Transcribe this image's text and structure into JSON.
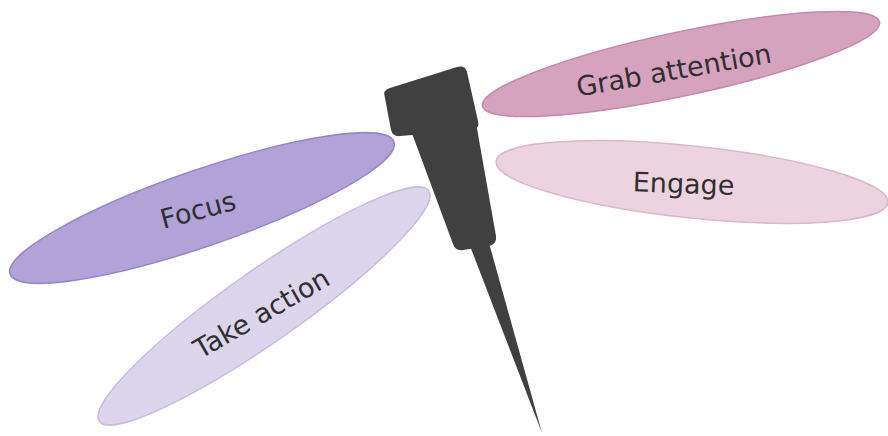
{
  "diagram": {
    "nodes": [
      {
        "text": [
          "Grab attention"
        ]
      },
      {
        "text": [
          "Engage"
        ]
      },
      {
        "text": [
          "Focus"
        ]
      },
      {
        "text": [
          "Take action"
        ]
      }
    ]
  }
}
